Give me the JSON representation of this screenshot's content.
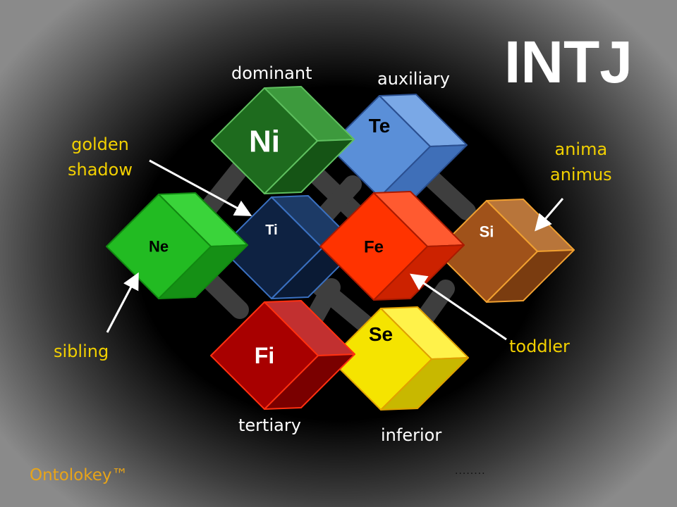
{
  "title": "INTJ",
  "brand": "Ontolokey™",
  "footer_dots": "........",
  "cubes": [
    {
      "id": "Te",
      "label": "Te",
      "front": "#5a8fd8",
      "top": "#7aa8e6",
      "side": "#3f6fb8",
      "stroke": "#2a4f90",
      "text": "#000000"
    },
    {
      "id": "Ni",
      "label": "Ni",
      "front": "#1e6b1e",
      "top": "#3d9a3d",
      "side": "#155415",
      "stroke": "#5fbf5f",
      "text": "#ffffff"
    },
    {
      "id": "Si",
      "label": "Si",
      "front": "#a0521a",
      "top": "#b8753a",
      "side": "#7a3c10",
      "stroke": "#f0a030",
      "text": "#ffffff"
    },
    {
      "id": "Ti",
      "label": "Ti",
      "front": "#0e2242",
      "top": "#1c3a66",
      "side": "#0a1a34",
      "stroke": "#3a70c0",
      "text": "#ffffff"
    },
    {
      "id": "Ne",
      "label": "Ne",
      "front": "#22bb22",
      "top": "#3ad43a",
      "side": "#159015",
      "stroke": "#118811",
      "text": "#000000"
    },
    {
      "id": "Fe",
      "label": "Fe",
      "front": "#ff3300",
      "top": "#ff5a30",
      "side": "#cc2200",
      "stroke": "#aa1a00",
      "text": "#000000"
    },
    {
      "id": "Se",
      "label": "Se",
      "front": "#f5e400",
      "top": "#fff24a",
      "side": "#c8b800",
      "stroke": "#e0a000",
      "text": "#000000"
    },
    {
      "id": "Fi",
      "label": "Fi",
      "front": "#a80000",
      "top": "#c23030",
      "side": "#7a0000",
      "stroke": "#ff3010",
      "text": "#ffffff"
    }
  ],
  "position_labels": {
    "dominant": "dominant",
    "auxiliary": "auxiliary",
    "tertiary": "tertiary",
    "inferior": "inferior"
  },
  "annotations": {
    "golden_shadow": [
      "golden",
      "shadow"
    ],
    "anima_animus": [
      "anima",
      "animus"
    ],
    "sibling": "sibling",
    "toddler": "toddler"
  }
}
